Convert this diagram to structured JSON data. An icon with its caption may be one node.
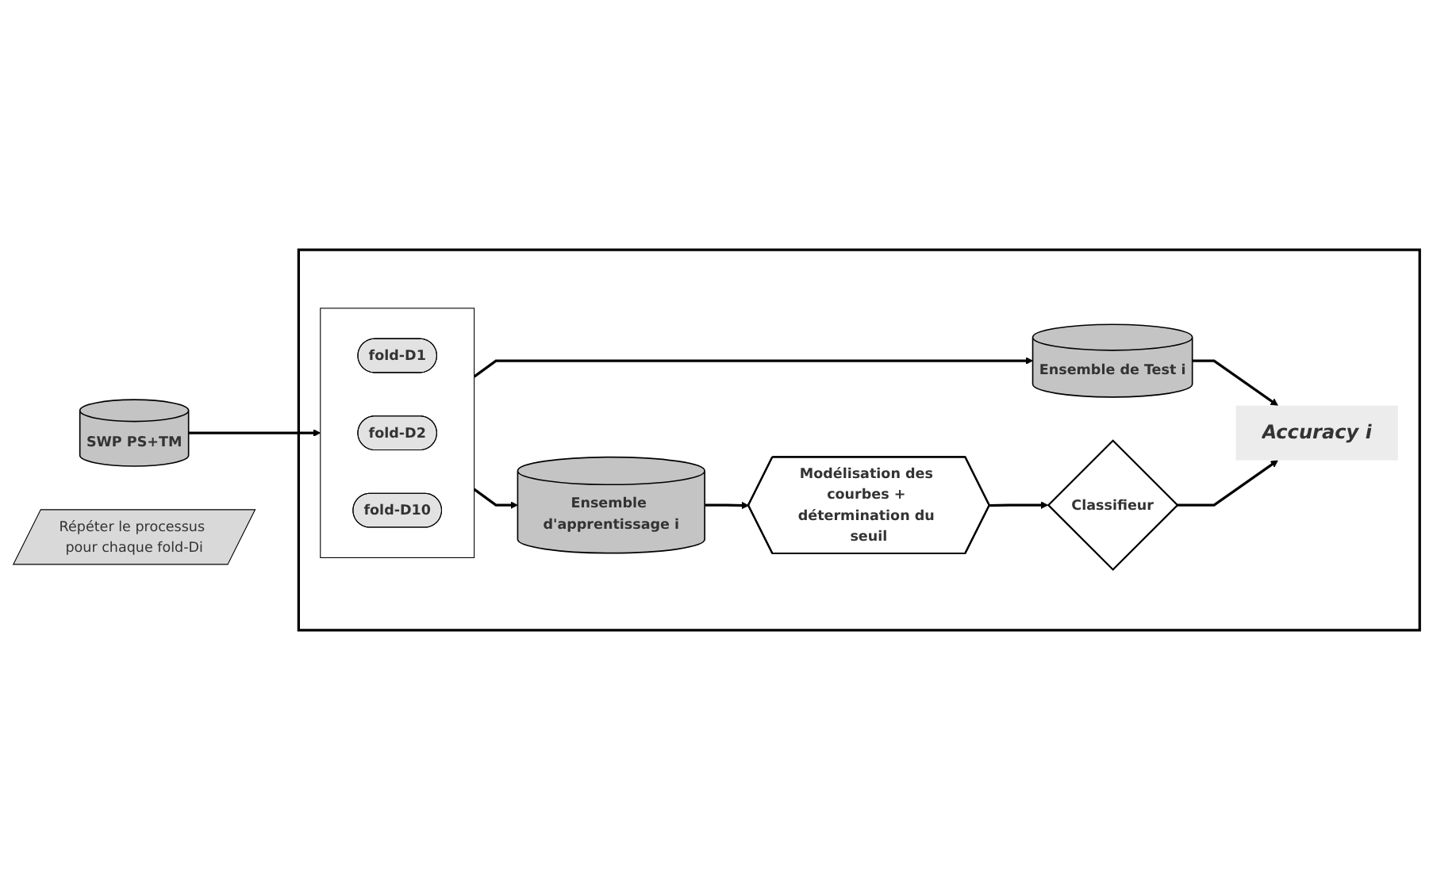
{
  "diagram": {
    "nodes": [
      {
        "text": [],
        "shape": "box"
      },
      {
        "text": [
          "SWP PS+TM"
        ]
      },
      {
        "text": [],
        "shape": "box",
        "in": 0
      },
      {
        "text": [
          "fold-D1"
        ],
        "in": 2
      },
      {
        "text": [
          "fold-D2"
        ],
        "in": 2
      },
      {
        "text": [
          "fold-D10"
        ],
        "in": 2
      },
      {
        "text": [
          "Ensemble d'apprentissage i"
        ],
        "in": 0
      },
      {
        "text": [
          "Modélisation des courbes + détermination du seuil"
        ],
        "in": 0
      },
      {
        "text": [
          "Ensemble de Test i"
        ],
        "in": 0
      },
      {
        "text": [
          "Classifieur"
        ],
        "in": 0
      },
      {
        "text": [
          "Accuracy i"
        ],
        "in": 0
      },
      {
        "text": [
          "Répéter le processus pour chaque fold-Di"
        ]
      }
    ],
    "edges": [
      {
        "from": 1,
        "to": 2,
        "arrow": "to"
      },
      {
        "from": 2,
        "to": 6,
        "arrow": "to"
      },
      {
        "from": 2,
        "to": 8,
        "arrow": "to"
      },
      {
        "from": 6,
        "to": 7,
        "arrow": "to"
      },
      {
        "from": 7,
        "to": 9,
        "arrow": "to"
      },
      {
        "from": 8,
        "to": 10,
        "arrow": "to"
      },
      {
        "from": 9,
        "to": 10,
        "arrow": "to"
      }
    ]
  }
}
